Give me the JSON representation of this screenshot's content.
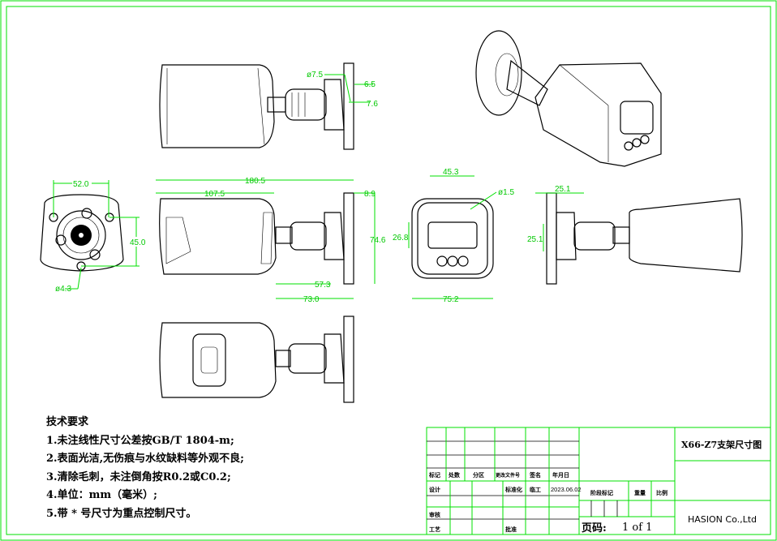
{
  "notes": {
    "title": "技术要求",
    "items": [
      "1.未注线性尺寸公差按GB/T 1804-m;",
      "2.表面光洁,无伤痕与水纹缺料等外观不良;",
      "3.清除毛刺，未注倒角按R0.2或C0.2;",
      "4.单位：mm（毫米）;",
      "5.带 * 号尺寸为重点控制尺寸。"
    ]
  },
  "dimensions": {
    "top_phi": "ø7.5",
    "top_a": "6.5",
    "top_b": "7.6",
    "front_width": "52.0",
    "front_height": "45.0",
    "front_hole": "ø4.3",
    "side_length": "180.5",
    "side_body": "107.5",
    "side_plate": "8.9",
    "side_height": "74.6",
    "side_arm": "57.3",
    "side_bracket": "73.0",
    "rear_width": "45.3",
    "rear_hole": "ø1.5",
    "rear_window": "26.8",
    "rear_total": "75.2",
    "right_a": "25.1",
    "right_b": "25.1"
  },
  "title_block": {
    "drawing_title": "X66-Z7支架尺寸图",
    "company": "HASION Co.,Ltd",
    "page_label": "页码:",
    "page_value": "1 of 1",
    "headers": [
      "标记",
      "处数",
      "分区",
      "更改文件号",
      "签名",
      "年月日"
    ],
    "design": "设计",
    "standardize": "标准化",
    "signer": "临工",
    "date": "2023.06.02",
    "review": "审核",
    "process": "工艺",
    "approve": "批准",
    "stage_mark": "阶段标记",
    "weight": "重量",
    "scale": "比例"
  },
  "colors": {
    "frame": "#00e000",
    "ink": "#000000"
  }
}
